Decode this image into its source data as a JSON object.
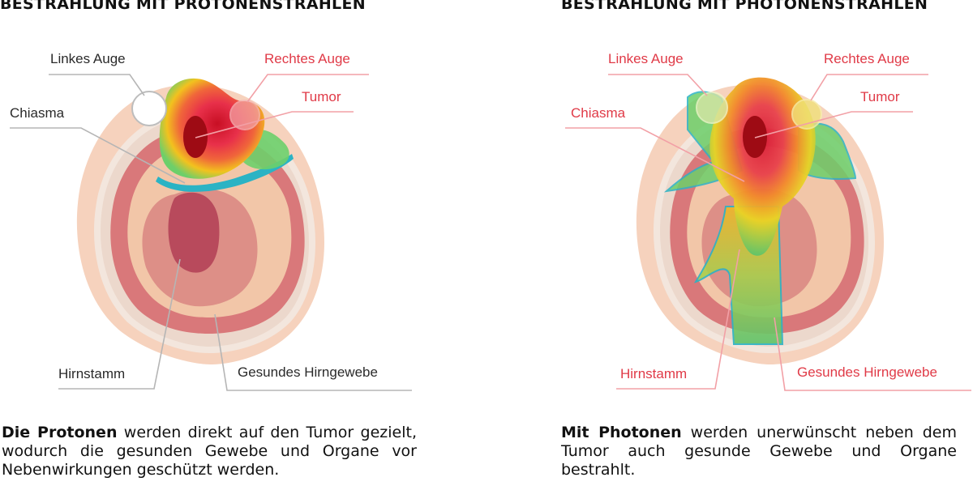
{
  "left": {
    "title": "BESTRAHLUNG MIT PROTONENSTRAHLEN",
    "labels": {
      "left_eye": "Linkes Auge",
      "right_eye": "Rechtes Auge",
      "tumor": "Tumor",
      "chiasma": "Chiasma",
      "brainstem": "Hirnstamm",
      "healthy_tissue": "Gesundes Hirngewebe"
    },
    "caption_bold": "Die Protonen",
    "caption_rest": " werden direkt auf den Tumor gezielt, wodurch die gesunden Gewebe und Organe vor Nebenwirkungen geschützt werden."
  },
  "right": {
    "title": "BESTRAHLUNG MIT PHOTONENSTRAHLEN",
    "labels": {
      "left_eye": "Linkes Auge",
      "right_eye": "Rechtes Auge",
      "tumor": "Tumor",
      "chiasma": "Chiasma",
      "brainstem": "Hirnstamm",
      "healthy_tissue": "Gesundes Hirngewebe"
    },
    "caption_bold": "Mit Photonen",
    "caption_rest": " werden unerwünscht neben dem Tumor auch gesunde Gewebe und Organe bestrahlt."
  },
  "colors": {
    "label_gray": "#2a2a2a",
    "label_red": "#e03a47",
    "skin": "#f6d2bd",
    "brain_tissue": "#f2c6a8",
    "brain_red": "#d9787a",
    "brainstem": "#b84a5c",
    "tumor_core": "#9e0b14"
  }
}
